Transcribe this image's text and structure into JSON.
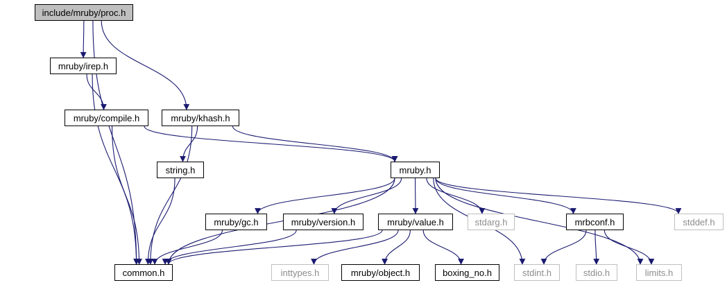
{
  "nodes": {
    "proc": {
      "label": "include/mruby/proc.h",
      "kind": "root"
    },
    "irep": {
      "label": "mruby/irep.h",
      "kind": "local"
    },
    "compile": {
      "label": "mruby/compile.h",
      "kind": "local"
    },
    "khash": {
      "label": "mruby/khash.h",
      "kind": "local"
    },
    "string": {
      "label": "string.h",
      "kind": "local"
    },
    "mruby": {
      "label": "mruby.h",
      "kind": "local"
    },
    "gc": {
      "label": "mruby/gc.h",
      "kind": "local"
    },
    "version": {
      "label": "mruby/version.h",
      "kind": "local"
    },
    "value": {
      "label": "mruby/value.h",
      "kind": "local"
    },
    "stdarg": {
      "label": "stdarg.h",
      "kind": "external"
    },
    "mrbconf": {
      "label": "mrbconf.h",
      "kind": "local"
    },
    "stddef": {
      "label": "stddef.h",
      "kind": "external"
    },
    "common": {
      "label": "common.h",
      "kind": "local"
    },
    "inttypes": {
      "label": "inttypes.h",
      "kind": "external"
    },
    "object": {
      "label": "mruby/object.h",
      "kind": "local"
    },
    "boxing": {
      "label": "boxing_no.h",
      "kind": "local"
    },
    "stdint": {
      "label": "stdint.h",
      "kind": "external"
    },
    "stdio": {
      "label": "stdio.h",
      "kind": "external"
    },
    "limits": {
      "label": "limits.h",
      "kind": "external"
    }
  },
  "edges": [
    [
      "proc",
      "irep"
    ],
    [
      "proc",
      "khash"
    ],
    [
      "proc",
      "common"
    ],
    [
      "irep",
      "compile"
    ],
    [
      "irep",
      "common"
    ],
    [
      "compile",
      "mruby"
    ],
    [
      "compile",
      "common"
    ],
    [
      "khash",
      "mruby"
    ],
    [
      "khash",
      "string"
    ],
    [
      "khash",
      "common"
    ],
    [
      "string",
      "common"
    ],
    [
      "mruby",
      "common"
    ],
    [
      "mruby",
      "gc"
    ],
    [
      "mruby",
      "version"
    ],
    [
      "mruby",
      "value"
    ],
    [
      "mruby",
      "stdarg"
    ],
    [
      "mruby",
      "stdint"
    ],
    [
      "mruby",
      "mrbconf"
    ],
    [
      "mruby",
      "limits"
    ],
    [
      "mruby",
      "stddef"
    ],
    [
      "gc",
      "common"
    ],
    [
      "version",
      "common"
    ],
    [
      "value",
      "common"
    ],
    [
      "value",
      "inttypes"
    ],
    [
      "value",
      "object"
    ],
    [
      "value",
      "boxing"
    ],
    [
      "mrbconf",
      "stdint"
    ],
    [
      "mrbconf",
      "stdio"
    ],
    [
      "mrbconf",
      "limits"
    ]
  ],
  "colors": {
    "edge": "#191970",
    "border": "#000000",
    "external_border": "#bfbfbf",
    "external_text": "#8c8c8c",
    "root_fill": "#bfbfbf"
  }
}
